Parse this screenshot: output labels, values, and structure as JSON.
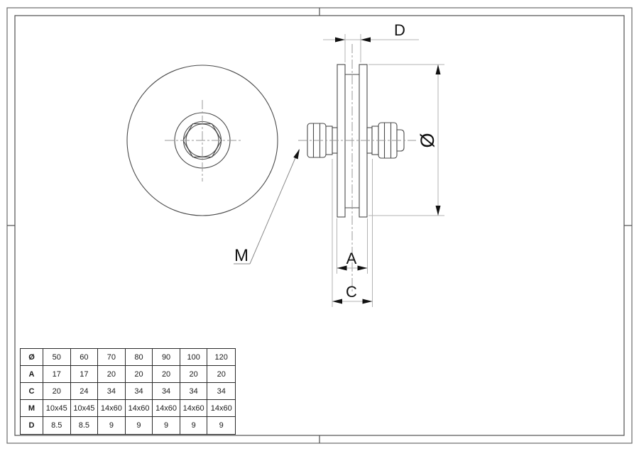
{
  "drawing": {
    "labels": {
      "dim_d": "D",
      "dim_diameter": "Ø",
      "dim_a": "A",
      "dim_c": "C",
      "dim_m": "M"
    },
    "colors": {
      "outline": "#4a4a4a",
      "centerline": "#999999",
      "dimension_line": "#b3b3b3",
      "arrow_and_text": "#111111",
      "frame": "#6b6b6b",
      "table_border": "#2a2a2a"
    }
  },
  "table": {
    "rows": [
      {
        "label": "Ø",
        "values": [
          "50",
          "60",
          "70",
          "80",
          "90",
          "100",
          "120"
        ]
      },
      {
        "label": "A",
        "values": [
          "17",
          "17",
          "20",
          "20",
          "20",
          "20",
          "20"
        ]
      },
      {
        "label": "C",
        "values": [
          "20",
          "24",
          "34",
          "34",
          "34",
          "34",
          "34"
        ]
      },
      {
        "label": "M",
        "values": [
          "10x45",
          "10x45",
          "14x60",
          "14x60",
          "14x60",
          "14x60",
          "14x60"
        ]
      },
      {
        "label": "D",
        "values": [
          "8.5",
          "8.5",
          "9",
          "9",
          "9",
          "9",
          "9"
        ]
      }
    ]
  }
}
